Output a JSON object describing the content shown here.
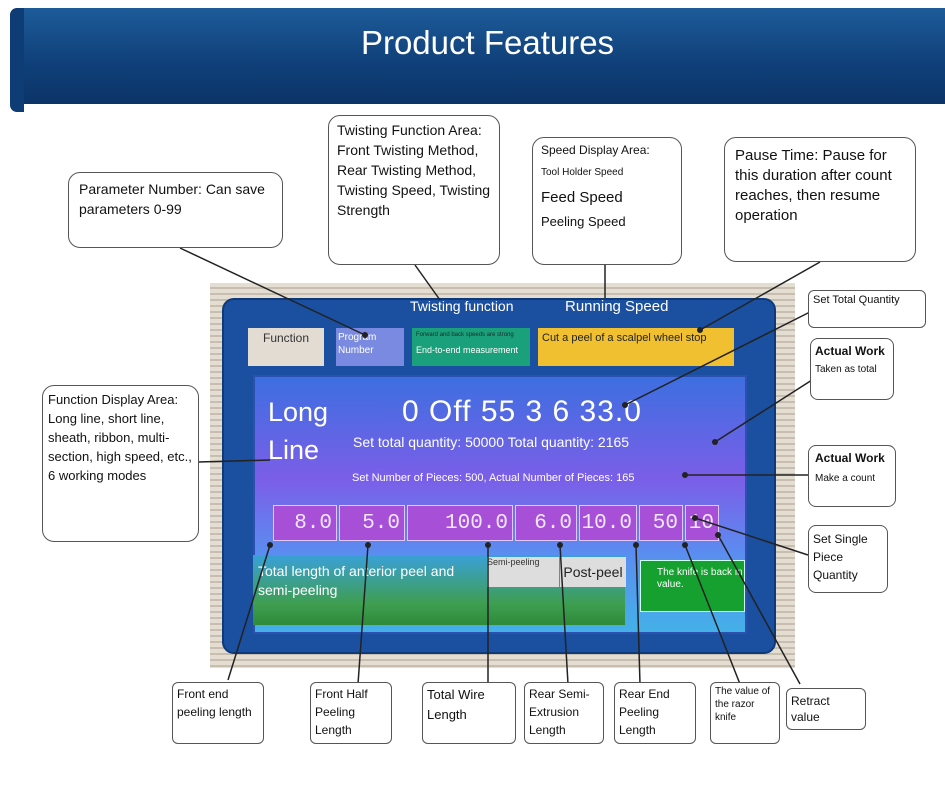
{
  "banner": {
    "title": "Product Features"
  },
  "callouts": {
    "parameter_number": "Parameter Number: Can save parameters 0-99",
    "twisting_function": "Twisting Function Area: Front Twisting Method, Rear Twisting Method, Twisting Speed, Twisting Strength",
    "speed_display_title": "Speed Display Area:",
    "speed_tool_holder": "Tool Holder Speed",
    "speed_feed": "Feed Speed",
    "speed_peeling": "Peeling Speed",
    "pause_time": "Pause Time: Pause for this duration after count reaches, then resume operation",
    "set_total_quantity": "Set Total Quantity",
    "actual_work_1_title": "Actual Work",
    "actual_work_1_sub": "Taken as total",
    "function_display": "Function Display Area: Long line, short line, sheath, ribbon, multi-section, high speed, etc., 6 working modes",
    "actual_work_2_title": "Actual Work",
    "actual_work_2_sub": "Make a count",
    "set_single_piece": "Set Single Piece Quantity",
    "front_end": "Front end peeling length",
    "front_half": "Front Half Peeling Length",
    "total_wire": "Total Wire Length",
    "rear_semi": "Rear Semi-Extrusion Length",
    "rear_end": "Rear End Peeling Length",
    "razor_value": "The value of the razor knife",
    "retract": "Retract value"
  },
  "device": {
    "header_twisting": "Twisting function",
    "header_running": "Running Speed",
    "btn_function": "Function",
    "btn_program": "Program Number",
    "btn_twist_line1": "Forward and back speeds are strong",
    "btn_twist_line2": "End-to-end measurement",
    "btn_speed": "Cut a peel of a scalpel wheel stop",
    "mode_line1": "Long",
    "mode_line2": "Line",
    "big_line": "0 Off 55 3 6 33.0",
    "quantity_line": "Set total quantity: 50000 Total quantity: 2165",
    "pieces_line": "Set Number of Pieces: 500, Actual Number of Pieces: 165",
    "values": [
      "8.0",
      "5.0",
      "100.0",
      "6.0",
      "10.0",
      "50",
      "10"
    ],
    "bottom_text": "Total length of anterior peel and semi-peeling",
    "semi_peeling": "Semi-peeling",
    "post_peel": "Post-peel",
    "knife_back": "The knife is back in value."
  }
}
